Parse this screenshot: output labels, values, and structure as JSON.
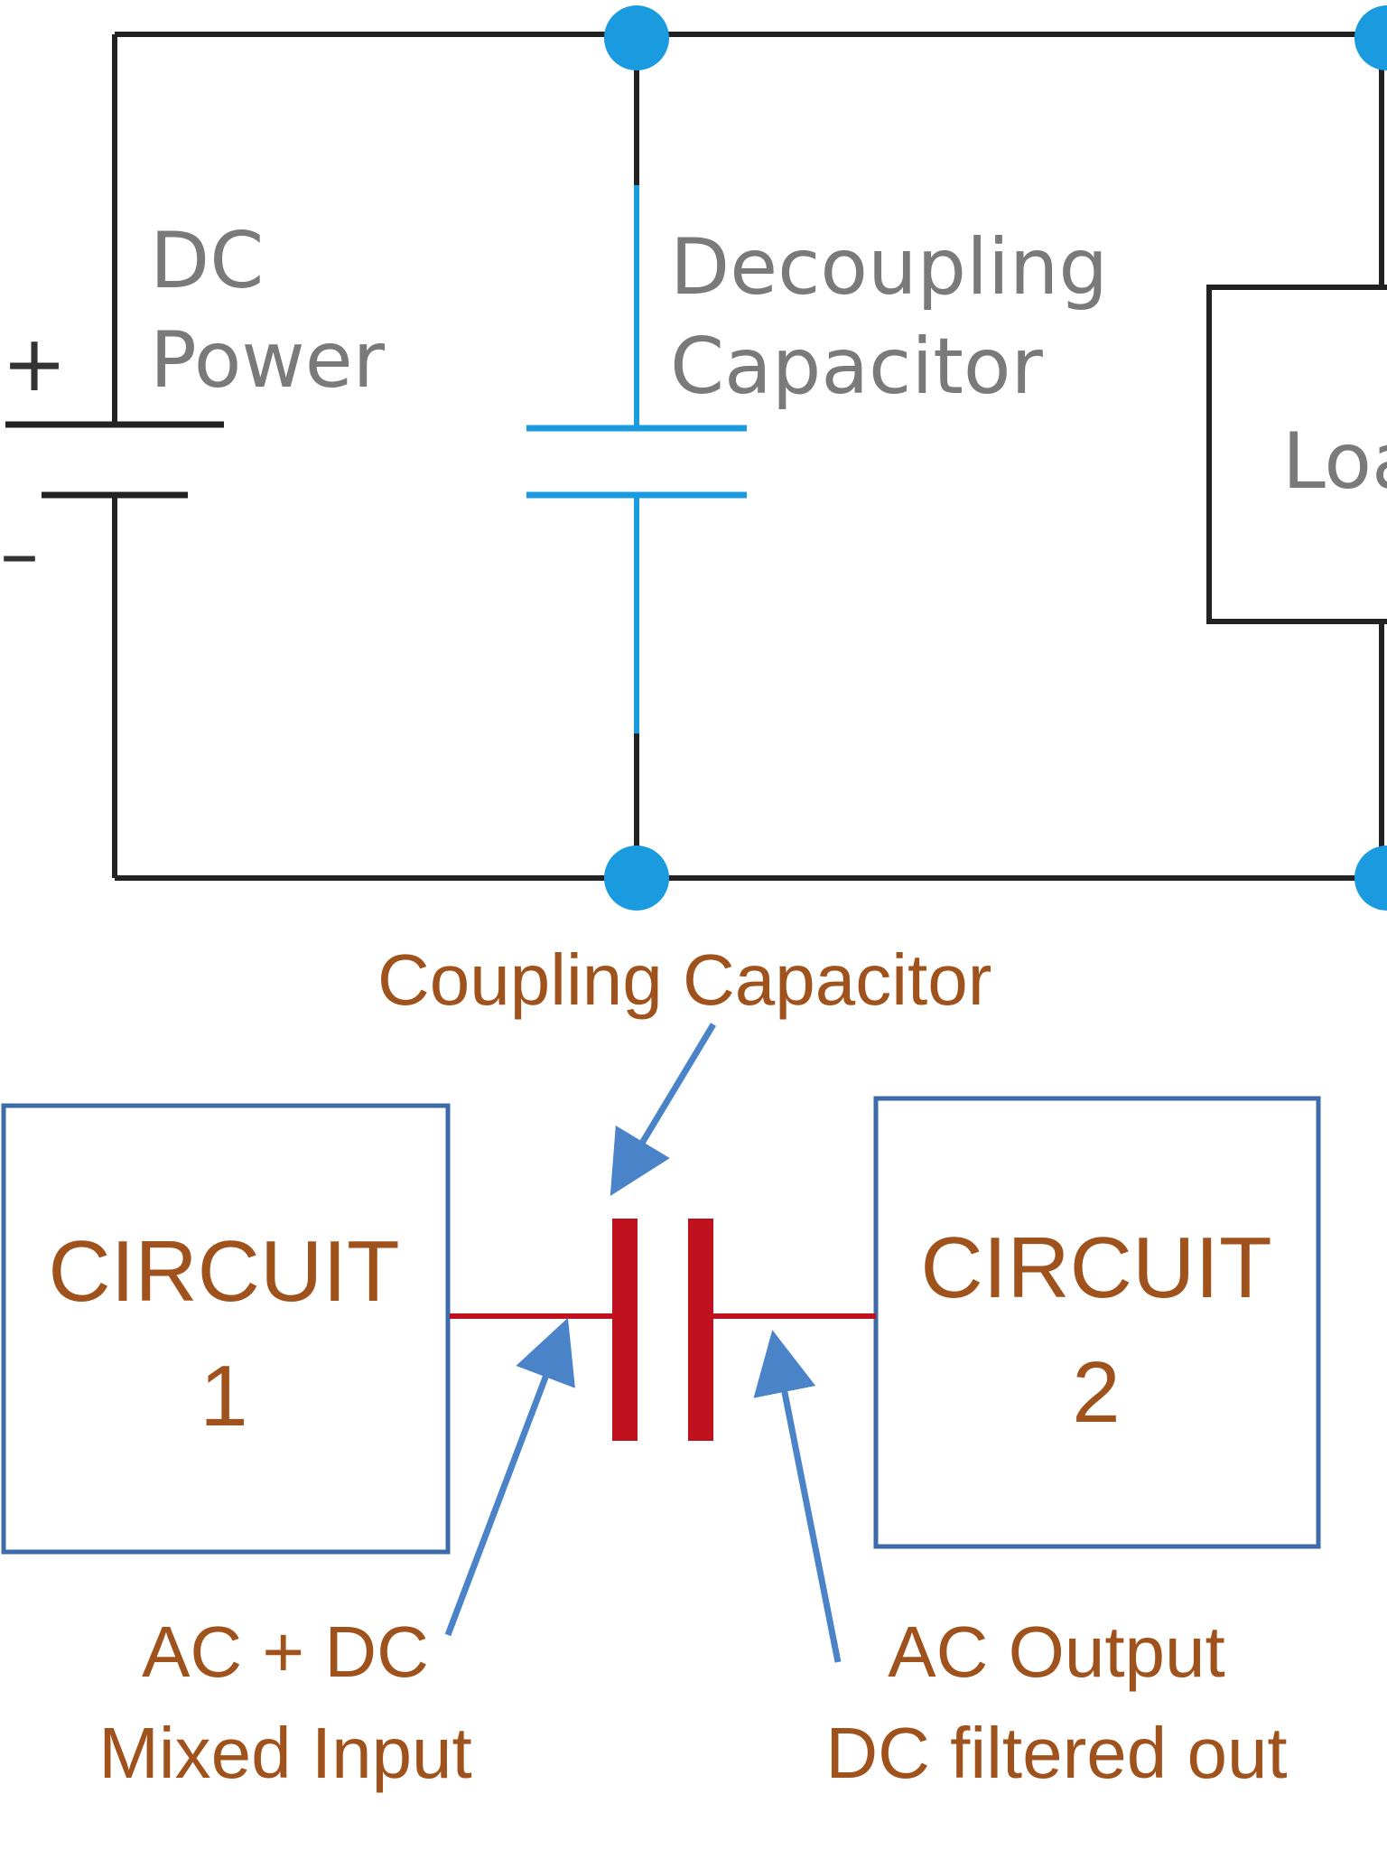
{
  "top_circuit": {
    "power_label_line1": "DC",
    "power_label_line2": "Power",
    "plus_sign": "+",
    "minus_sign": "–",
    "capacitor_label_line1": "Decoupling",
    "capacitor_label_line2": "Capacitor",
    "load_label": "Loa"
  },
  "bottom_circuit": {
    "coupling_label": "Coupling Capacitor",
    "circuit1_line1": "CIRCUIT",
    "circuit1_line2": "1",
    "circuit2_line1": "CIRCUIT",
    "circuit2_line2": "2",
    "input_label_line1": "AC + DC",
    "input_label_line2": "Mixed Input",
    "output_label_line1": "AC Output",
    "output_label_line2": "DC filtered out"
  },
  "colors": {
    "wire": "#222222",
    "node": "#1a9be0",
    "decoupling_capacitor": "#1a9be0",
    "coupling_capacitor": "#c0121e",
    "box_border": "#3d6aa8",
    "arrow": "#4a83c7",
    "label_gray": "#7a7a7a",
    "label_brown": "#a0521c"
  }
}
